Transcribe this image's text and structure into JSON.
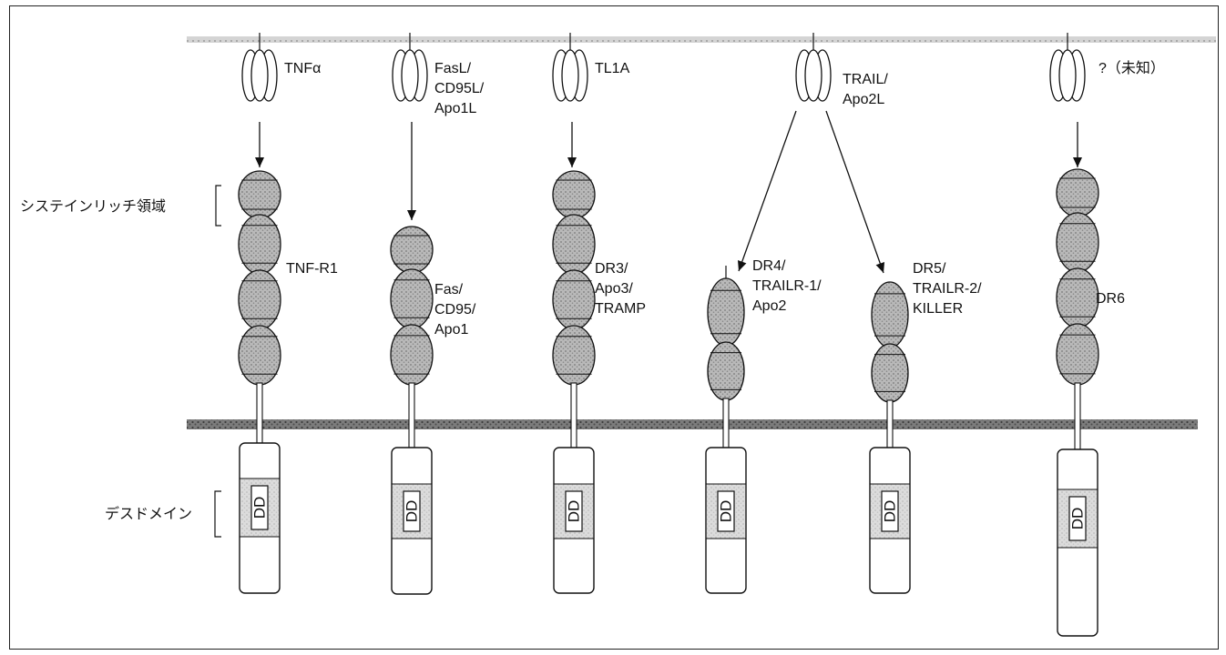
{
  "brackets": {
    "cysteine_rich": "システインリッチ領域",
    "death_domain": "デスドメイン"
  },
  "ligands": [
    {
      "lines": [
        "TNFα"
      ]
    },
    {
      "lines": [
        "FasL/",
        "CD95L/",
        "Apo1L"
      ]
    },
    {
      "lines": [
        "TL1A"
      ]
    },
    {
      "lines": [
        "TRAIL/",
        "Apo2L"
      ]
    },
    {
      "lines": [
        "?（未知）"
      ]
    }
  ],
  "receptors": [
    {
      "lines": [
        "TNF-R1"
      ],
      "crd_count": 4,
      "dd_label": "DD"
    },
    {
      "lines": [
        "Fas/",
        "CD95/",
        "Apo1"
      ],
      "crd_count": 3,
      "dd_label": "DD"
    },
    {
      "lines": [
        "DR3/",
        "Apo3/",
        "TRAMP"
      ],
      "crd_count": 4,
      "dd_label": "DD"
    },
    {
      "lines": [
        "DR4/",
        "TRAILR-1/",
        "Apo2"
      ],
      "crd_count": 2,
      "dd_label": "DD"
    },
    {
      "lines": [
        "DR5/",
        "TRAILR-2/",
        "KILLER"
      ],
      "crd_count": 2,
      "dd_label": "DD"
    },
    {
      "lines": [
        "DR6"
      ],
      "crd_count": 4,
      "dd_label": "DD"
    }
  ]
}
